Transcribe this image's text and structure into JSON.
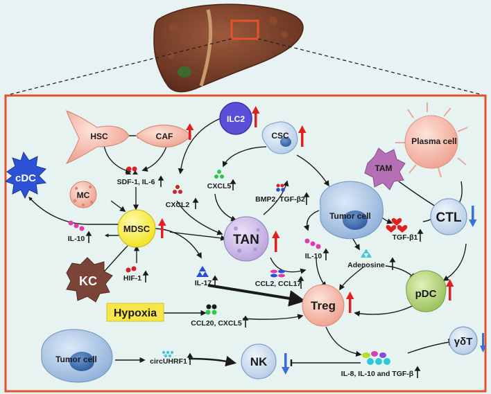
{
  "colors": {
    "frame": "#e2532b",
    "background": "#e9f2f2",
    "panel": "#e6f3f1",
    "up_arrow": "#e02020",
    "down_arrow": "#3a6fd8",
    "hypoxia_box": "#f7e64a",
    "liver": "#7a3f2a"
  },
  "cells": {
    "hsc": "HSC",
    "caf": "CAF",
    "ilc2": "ILC2",
    "csc": "CSC",
    "plasma": "Plasma cell",
    "cdc": "cDC",
    "mc": "MC",
    "tam": "TAM",
    "mdsc": "MDSC",
    "tan": "TAN",
    "tumor_mid": "Tumor cell",
    "ctl": "CTL",
    "kc": "KC",
    "hypoxia": "Hypoxia",
    "treg": "Treg",
    "pdc": "pDC",
    "gdt": "γδT",
    "tumor_bottom": "Tumor cell",
    "nk": "NK"
  },
  "factors": {
    "sdf1_il6": "SDF-1, IL-6",
    "cxcl5": "CXCL5",
    "cxcl2": "CXCL2",
    "bmp2_tgfb2": "BMP2, TGF-β2",
    "tgfb1": "TGF-β1",
    "il10_left": "IL-10",
    "il10_mid": "IL-10",
    "adenosine": "Adenosine",
    "hif1": "HIF-1",
    "il17": "IL-17",
    "ccl2_ccl17": "CCL2, CCL17",
    "ccl20_cxcl5": "CCL20, CXCL5",
    "circuhrf1": "circUHRF1",
    "il8_il10_tgfb": "IL-8, IL-10 and TGF-β"
  },
  "icons": [
    "liver-icon",
    "up-arrow-icon",
    "down-arrow-icon",
    "molecule-dots-icon",
    "heart-molecule-icon",
    "triangle-molecule-icon",
    "crescent-molecule-icon"
  ]
}
